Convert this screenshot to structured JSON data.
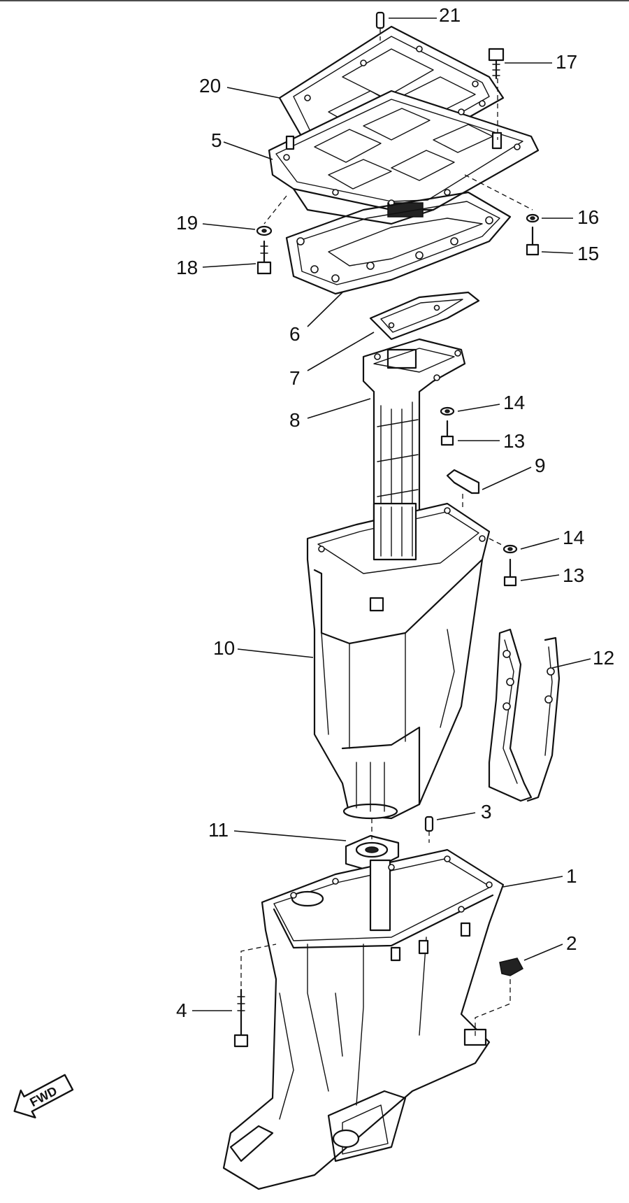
{
  "callouts": {
    "c1": "1",
    "c2": "2",
    "c3": "3",
    "c4": "4",
    "c5": "5",
    "c6": "6",
    "c7": "7",
    "c8": "8",
    "c9": "9",
    "c10": "10",
    "c11": "11",
    "c12": "12",
    "c13a": "13",
    "c13b": "13",
    "c14a": "14",
    "c14b": "14",
    "c15": "15",
    "c16": "16",
    "c17": "17",
    "c18": "18",
    "c19": "19",
    "c20": "20",
    "c21": "21"
  },
  "direction_arrow": {
    "label": "FWD"
  }
}
